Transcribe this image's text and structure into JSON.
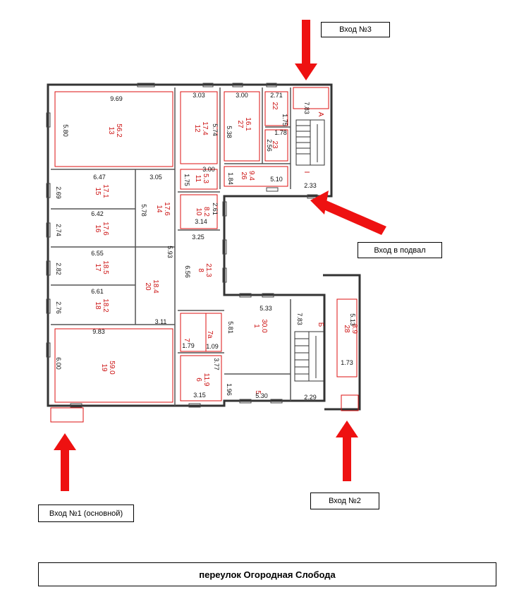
{
  "entrances": {
    "entry3": "Вход №3",
    "basement": "Вход в подвал",
    "entry1": "Вход №1 (основной)",
    "entry2": "Вход №2"
  },
  "street": "переулок Огородная Слобода",
  "stair_letters": [
    "А",
    "Б",
    "I"
  ],
  "rooms": [
    {
      "no": "13",
      "area": "56.2",
      "w": "9.69",
      "h": "5.80"
    },
    {
      "no": "12",
      "area": "17.4",
      "w": "3.03",
      "h": "5.74"
    },
    {
      "no": "27",
      "area": "16.1",
      "w": "3.00",
      "h": "5.38"
    },
    {
      "no": "22",
      "area": "",
      "w": "2.71",
      "h": "1.75"
    },
    {
      "no": "23",
      "area": "",
      "w": "1.78",
      "h": "2.56"
    },
    {
      "no": "26",
      "area": "9.4",
      "w": "5.10",
      "h": "1.84"
    },
    {
      "no": "11",
      "area": "5.3",
      "w": "3.00",
      "h": "1.75"
    },
    {
      "no": "15",
      "area": "17.1",
      "w": "6.47",
      "h": "2.69"
    },
    {
      "no": "16",
      "area": "17.6",
      "w": "6.42",
      "h": "2.74"
    },
    {
      "no": "14",
      "area": "17.6",
      "w": "3.05",
      "h": "5.78"
    },
    {
      "no": "10",
      "area": "8.2",
      "w": "3.14",
      "h": "2.61"
    },
    {
      "no": "8",
      "area": "21.3",
      "w": "3.25",
      "h": "6.56"
    },
    {
      "no": "17",
      "area": "18.5",
      "w": "6.55",
      "h": "2.82"
    },
    {
      "no": "18",
      "area": "18.2",
      "w": "6.61",
      "h": "2.76"
    },
    {
      "no": "20",
      "area": "18.4",
      "w": "3.11",
      "h": "5.93"
    },
    {
      "no": "19",
      "area": "59.0",
      "w": "9.83",
      "h": "6.00"
    },
    {
      "no": "7",
      "area": "",
      "w": "1.79",
      "h": ""
    },
    {
      "no": "7а",
      "area": "",
      "w": "1.09",
      "h": ""
    },
    {
      "no": "6",
      "area": "11.9",
      "w": "3.15",
      "h": "3.77"
    },
    {
      "no": "1",
      "area": "30.0",
      "w": "5.33",
      "h": "5.81"
    },
    {
      "no": "5",
      "area": "",
      "w": "5.30",
      "h": "1.96"
    },
    {
      "no": "28",
      "area": "8.9",
      "w": "1.73",
      "h": "5.13"
    }
  ],
  "dims": {
    "stairA_len": "7.83",
    "stairA_w": "2.33",
    "stairB_len": "7.83",
    "stairB_w": "2.29"
  }
}
